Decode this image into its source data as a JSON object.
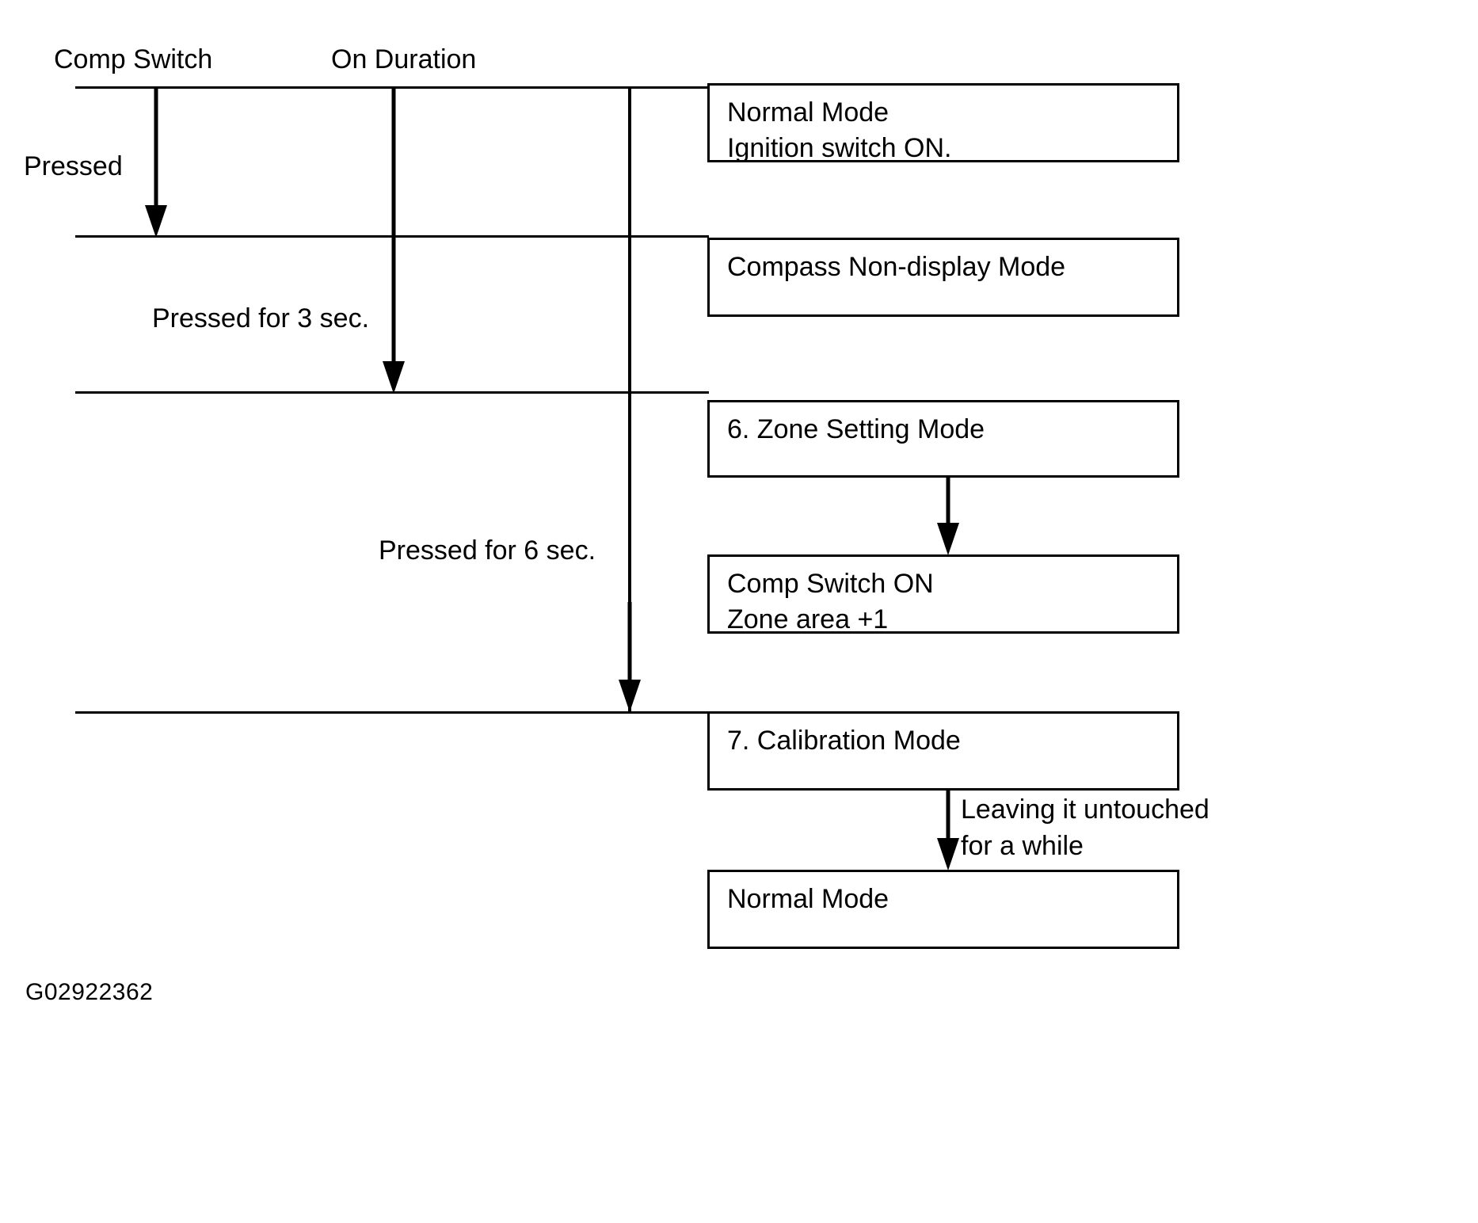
{
  "diagram": {
    "title_labels": {
      "comp_switch": "Comp Switch",
      "on_duration": "On Duration"
    },
    "timeline_labels": {
      "pressed": "Pressed",
      "pressed_3sec": "Pressed for 3 sec.",
      "pressed_6sec": "Pressed for 6 sec."
    },
    "boxes": [
      {
        "id": "normal-mode-top",
        "text": "Normal Mode\nIgnition switch ON."
      },
      {
        "id": "compass-non-display-mode",
        "text": "Compass Non-display Mode"
      },
      {
        "id": "zone-setting-mode",
        "text": "6. Zone Setting Mode"
      },
      {
        "id": "comp-switch-on",
        "text": "Comp Switch ON\nZone area +1"
      },
      {
        "id": "calibration-mode",
        "text": "7. Calibration Mode"
      },
      {
        "id": "normal-mode-bottom",
        "text": "Normal Mode"
      }
    ],
    "annotations": {
      "leaving_untouched_line1": "Leaving it untouched",
      "leaving_untouched_line2": "for a while"
    },
    "figure_code": "G02922362",
    "colors": {
      "ink": "#000000",
      "paper": "#ffffff"
    }
  }
}
